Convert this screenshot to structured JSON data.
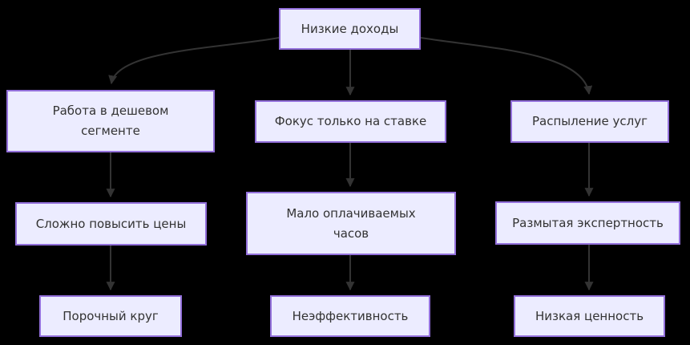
{
  "diagram": {
    "type": "flowchart",
    "direction": "top-down",
    "colors": {
      "background": "#000000",
      "node_fill": "#ECECFF",
      "node_border": "#9370DB",
      "node_text": "#333333",
      "edge": "#333333"
    },
    "nodes": {
      "root": {
        "label": "Низкие доходы"
      },
      "a1": {
        "label": "Работа в дешевом\nсегменте"
      },
      "b1": {
        "label": "Фокус только на ставке"
      },
      "c1": {
        "label": "Распыление услуг"
      },
      "a2": {
        "label": "Сложно повысить цены"
      },
      "b2": {
        "label": "Мало оплачиваемых\nчасов"
      },
      "c2": {
        "label": "Размытая экспертность"
      },
      "a3": {
        "label": "Порочный круг"
      },
      "b3": {
        "label": "Неэффективность"
      },
      "c3": {
        "label": "Низкая ценность"
      }
    },
    "edges": [
      {
        "from": "Низкие доходы",
        "to": "Работа в дешевом сегменте"
      },
      {
        "from": "Низкие доходы",
        "to": "Фокус только на ставке"
      },
      {
        "from": "Низкие доходы",
        "to": "Распыление услуг"
      },
      {
        "from": "Работа в дешевом сегменте",
        "to": "Сложно повысить цены"
      },
      {
        "from": "Фокус только на ставке",
        "to": "Мало оплачиваемых часов"
      },
      {
        "from": "Распыление услуг",
        "to": "Размытая экспертность"
      },
      {
        "from": "Сложно повысить цены",
        "to": "Порочный круг"
      },
      {
        "from": "Мало оплачиваемых часов",
        "to": "Неэффективность"
      },
      {
        "from": "Размытая экспертность",
        "to": "Низкая ценность"
      }
    ]
  }
}
